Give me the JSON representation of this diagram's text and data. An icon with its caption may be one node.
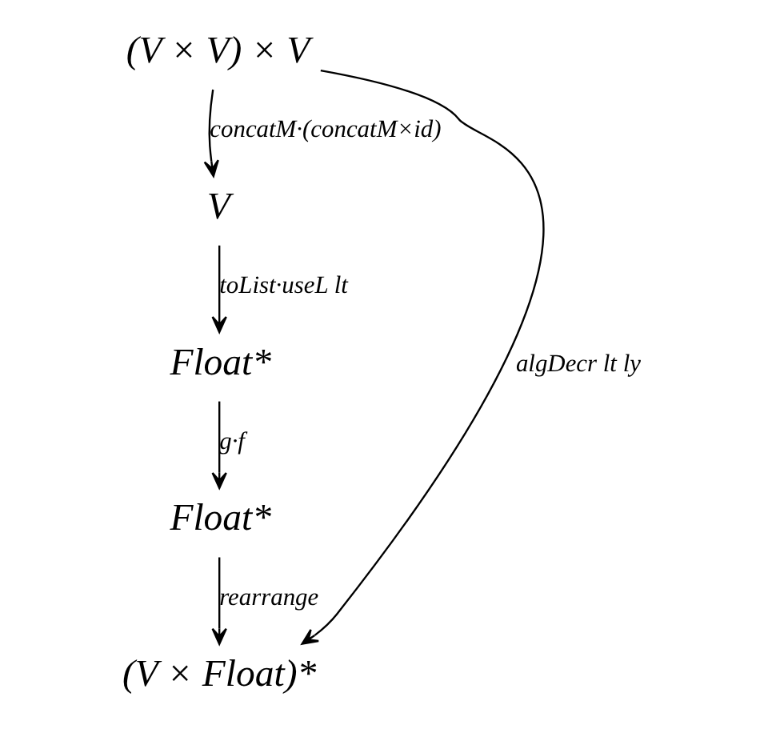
{
  "diagram": {
    "nodes": [
      {
        "text": [
          "(V × V) × V"
        ]
      },
      {
        "text": [
          "V"
        ]
      },
      {
        "text": [
          "Float*"
        ]
      },
      {
        "text": [
          "Float*"
        ]
      },
      {
        "text": [
          "(V × Float)*"
        ]
      }
    ],
    "edges": [
      {
        "from": 0,
        "to": 1,
        "arrow": "to",
        "label": "concatM·(concatM×id)"
      },
      {
        "from": 1,
        "to": 2,
        "arrow": "to",
        "label": "toList·useL lt"
      },
      {
        "from": 2,
        "to": 3,
        "arrow": "to",
        "label": "g·f"
      },
      {
        "from": 3,
        "to": 4,
        "arrow": "to",
        "label": "rearrange"
      },
      {
        "from": 0,
        "to": 4,
        "arrow": "to",
        "label": "algDecr lt ly"
      }
    ]
  }
}
